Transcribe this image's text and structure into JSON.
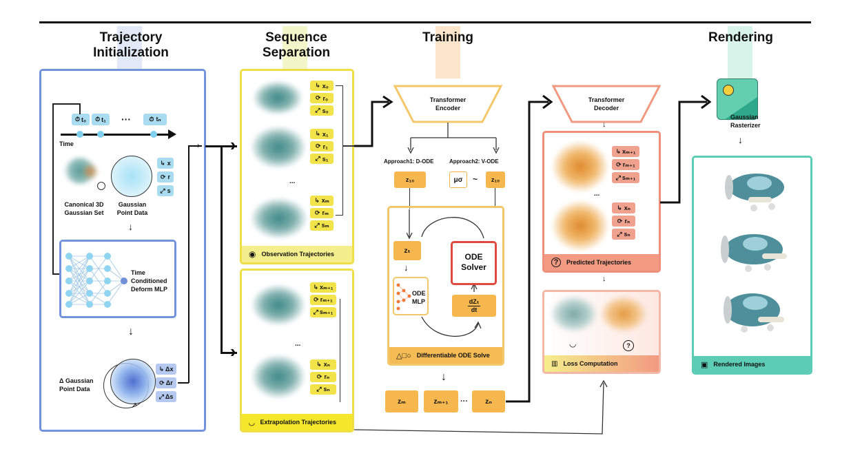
{
  "sections": {
    "traj_init": "Trajectory\nInitialization",
    "seq_sep": "Sequence\nSeparation",
    "training": "Training",
    "rendering": "Rendering"
  },
  "init": {
    "time_label": "Time",
    "t0": "t₀",
    "t1": "t₁",
    "tn": "tₙ",
    "dots": "···",
    "attr_x": "x",
    "attr_r": "r",
    "attr_s": "s",
    "canonical": "Canonical 3D\nGaussian Set",
    "point_data": "Gaussian\nPoint Data",
    "mlp": "Time\nConditioned\nDeform MLP",
    "delta_data": "Δ Gaussian\nPoint Data",
    "dx": "Δx",
    "dr": "Δr",
    "ds": "Δs"
  },
  "obs": {
    "row1": [
      "x₀",
      "r₀",
      "s₀"
    ],
    "row2": [
      "x₁",
      "r₁",
      "s₁"
    ],
    "row3": [
      "xₘ",
      "rₘ",
      "sₘ"
    ],
    "dots": "...",
    "footer": "Observation Trajectories"
  },
  "extra": {
    "row1": [
      "xₘ₊₁",
      "rₘ₊₁",
      "sₘ₊₁"
    ],
    "row2": [
      "xₙ",
      "rₙ",
      "sₙ"
    ],
    "dots": "...",
    "footer": "Extrapolation Trajectories"
  },
  "train": {
    "encoder": "Transformer\nEncoder",
    "approach1": "Approach1: D-ODE",
    "approach2": "Approach2: V-ODE",
    "z10a": "z₁₀",
    "musigma": "μσ",
    "tilde": "~",
    "z10b": "z₁₀",
    "zt": "zₜ",
    "ode_mlp": "ODE\nMLP",
    "solver": "ODE\nSolver",
    "dzdt_num": "dZₜ",
    "dzdt_den": "dt",
    "footer": "Differentiable ODE Solve",
    "zm": "zₘ",
    "zm1": "zₘ₊₁",
    "zdots": "···",
    "zn": "zₙ"
  },
  "decoder": {
    "title": "Transformer\nDecoder",
    "row1": [
      "xₘ₊₁",
      "rₘ₊₁",
      "sₘ₊₁"
    ],
    "row2": [
      "xₙ",
      "rₙ",
      "sₙ"
    ],
    "dots": "...",
    "footer": "Predicted Trajectories",
    "loss": "Loss Computation"
  },
  "render": {
    "rasterizer": "Gaussian\nRasterizer",
    "footer": "Rendered Images"
  },
  "colors": {
    "blue": "#6f8fd8",
    "yellow": "#f4e14a",
    "orange": "#f2b24a",
    "salmon": "#ef8f7a",
    "teal": "#4fc9ae"
  }
}
